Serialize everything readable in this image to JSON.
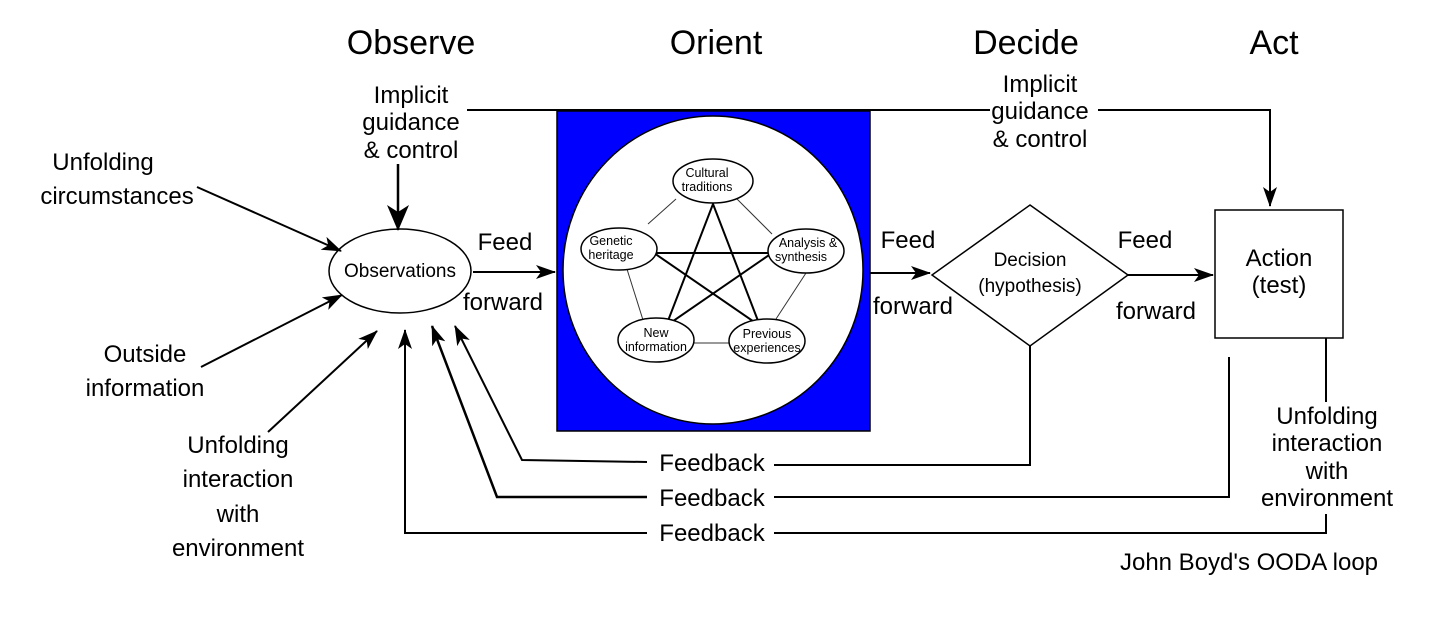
{
  "phases": {
    "observe": "Observe",
    "orient": "Orient",
    "decide": "Decide",
    "act": "Act"
  },
  "colors": {
    "orient_background": "#0000ff",
    "stroke": "#000000",
    "background": "#ffffff"
  },
  "observe": {
    "implicit_guidance": [
      "Implicit",
      "guidance",
      "& control"
    ],
    "unfolding_circumstances": [
      "Unfolding",
      "circumstances"
    ],
    "outside_information": [
      "Outside",
      "information"
    ],
    "unfolding_interaction": [
      "Unfolding",
      "interaction",
      "with",
      "environment"
    ],
    "observations": "Observations",
    "feed_forward": [
      "Feed",
      "forward"
    ]
  },
  "orient": {
    "nodes": {
      "cultural_traditions": [
        "Cultural",
        "traditions"
      ],
      "genetic_heritage": [
        "Genetic",
        "heritage"
      ],
      "analysis_synthesis": [
        "Analysis &",
        "synthesis"
      ],
      "new_information": [
        "New",
        "information"
      ],
      "previous_experiences": [
        "Previous",
        "experiences"
      ]
    },
    "feed_forward": [
      "Feed",
      "forward"
    ]
  },
  "decide": {
    "implicit_guidance": [
      "Implicit",
      "guidance",
      "& control"
    ],
    "decision": [
      "Decision",
      "(hypothesis)"
    ],
    "feed_forward": [
      "Feed",
      "forward"
    ]
  },
  "act": {
    "action": [
      "Action",
      "(test)"
    ],
    "unfolding_interaction": [
      "Unfolding",
      "interaction",
      "with",
      "environment"
    ]
  },
  "feedback": [
    "Feedback",
    "Feedback",
    "Feedback"
  ],
  "caption": "John Boyd's OODA loop"
}
